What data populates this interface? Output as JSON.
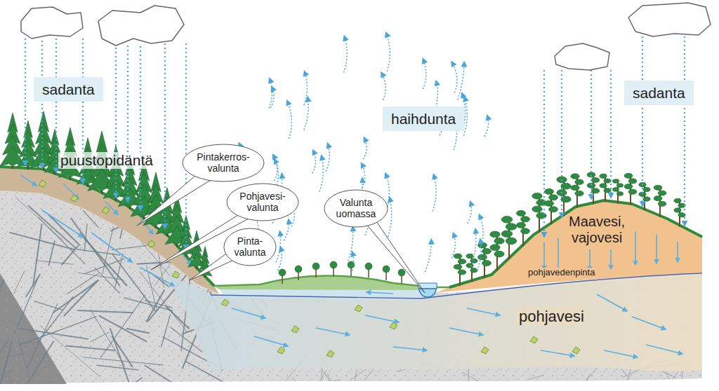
{
  "diagram": {
    "nodes": [
      {
        "text": [
          "sadanta"
        ]
      },
      {
        "text": [
          "haihdunta"
        ]
      },
      {
        "text": [
          "sadanta"
        ]
      },
      {
        "text": [
          "Pintakerros- valunta"
        ]
      },
      {
        "text": [
          "Pohjavesi- valunta"
        ]
      },
      {
        "text": [
          "Pinta- valunta"
        ]
      },
      {
        "text": [
          "Valunta uomassa"
        ]
      }
    ],
    "labels": [
      "puustopidäntä",
      "Maavesi, vajovesi",
      "pohjavedenpinta",
      "pohjavesi"
    ]
  }
}
